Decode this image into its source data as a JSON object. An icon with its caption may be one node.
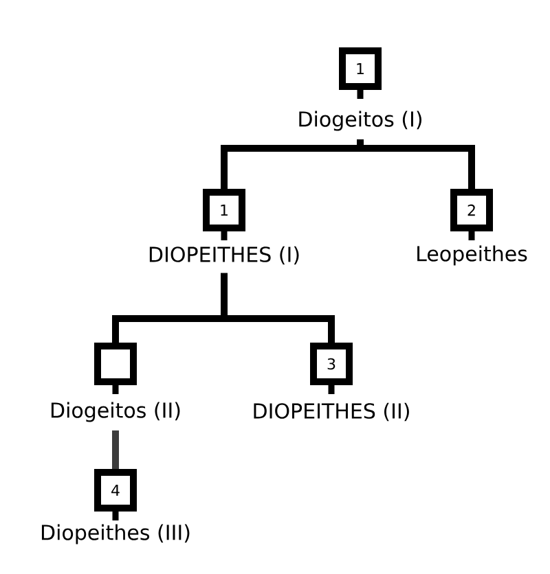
{
  "diagram": {
    "nodes": [
      {
        "text": [
          "1",
          "Diogeitos (I)"
        ]
      },
      {
        "text": [
          "1",
          "DIOPEITHES (I)"
        ]
      },
      {
        "text": [
          "2",
          "Leopeithes"
        ]
      },
      {
        "text": [
          "Diogeitos (II)"
        ]
      },
      {
        "text": [
          "3",
          "DIOPEITHES (II)"
        ]
      },
      {
        "text": [
          "4",
          "Diopeithes (III)"
        ]
      }
    ],
    "edges": [
      {
        "from": 0,
        "to": 1,
        "arrow": "none"
      },
      {
        "from": 0,
        "to": 2,
        "arrow": "none"
      },
      {
        "from": 1,
        "to": 3,
        "arrow": "none"
      },
      {
        "from": 1,
        "to": 4,
        "arrow": "none"
      },
      {
        "from": 3,
        "to": 5,
        "arrow": "none",
        "color": "#3c3c3c"
      }
    ]
  }
}
